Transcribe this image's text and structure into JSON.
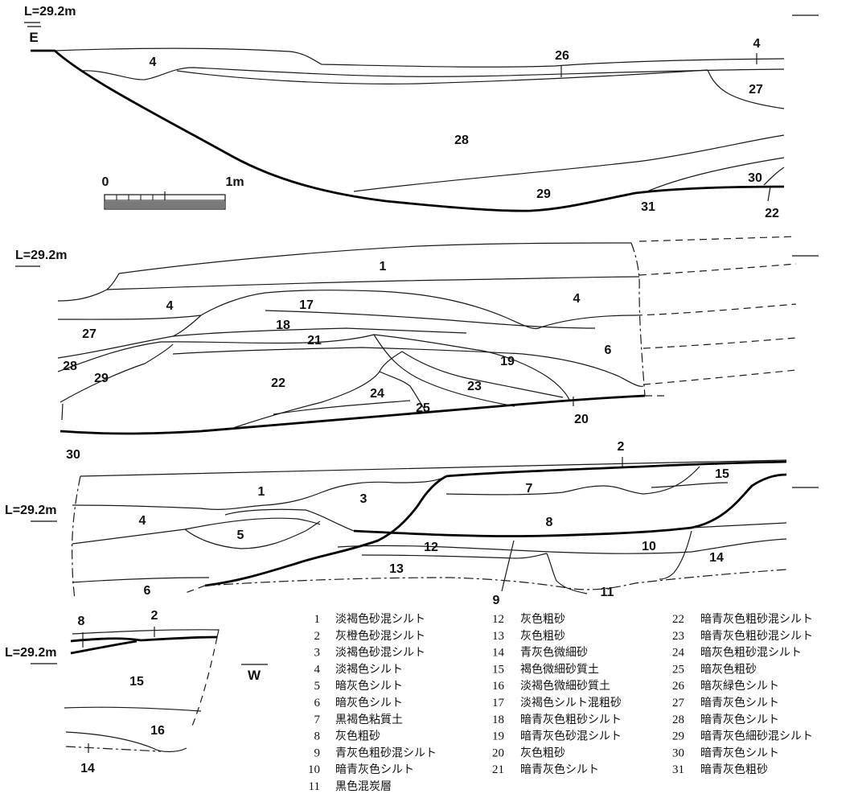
{
  "level_label": "L=29.2m",
  "directions": {
    "east": "E",
    "west": "W"
  },
  "scale": {
    "start": "0",
    "end": "1m"
  },
  "sections": {
    "p1": [
      "4",
      "26",
      "4",
      "27",
      "28",
      "29",
      "31",
      "30",
      "22"
    ],
    "p2": [
      "1",
      "4",
      "17",
      "4",
      "27",
      "18",
      "21",
      "28",
      "29",
      "6",
      "19",
      "22",
      "24",
      "23",
      "25",
      "20",
      "30"
    ],
    "p3": [
      "2",
      "15",
      "1",
      "3",
      "7",
      "4",
      "5",
      "8",
      "12",
      "10",
      "14",
      "6",
      "13",
      "11",
      "9"
    ],
    "p4": [
      "8",
      "2",
      "15",
      "16",
      "14"
    ]
  },
  "legend": [
    {
      "num": "1",
      "text": "淡褐色砂混シルト"
    },
    {
      "num": "2",
      "text": "灰橙色砂混シルト"
    },
    {
      "num": "3",
      "text": "淡褐色砂混シルト"
    },
    {
      "num": "4",
      "text": "淡褐色シルト"
    },
    {
      "num": "5",
      "text": "暗灰色シルト"
    },
    {
      "num": "6",
      "text": "暗灰色シルト"
    },
    {
      "num": "7",
      "text": "黒褐色粘質土"
    },
    {
      "num": "8",
      "text": "灰色粗砂"
    },
    {
      "num": "9",
      "text": "青灰色粗砂混シルト"
    },
    {
      "num": "10",
      "text": "暗青灰色シルト"
    },
    {
      "num": "11",
      "text": "黒色混炭層"
    },
    {
      "num": "12",
      "text": "灰色粗砂"
    },
    {
      "num": "13",
      "text": "灰色粗砂"
    },
    {
      "num": "14",
      "text": "青灰色微細砂"
    },
    {
      "num": "15",
      "text": "褐色微細砂質土"
    },
    {
      "num": "16",
      "text": "淡褐色微細砂質土"
    },
    {
      "num": "17",
      "text": "淡褐色シルト混粗砂"
    },
    {
      "num": "18",
      "text": "暗青灰色粗砂シルト"
    },
    {
      "num": "19",
      "text": "暗青灰色砂混シルト"
    },
    {
      "num": "20",
      "text": "灰色粗砂"
    },
    {
      "num": "21",
      "text": "暗青灰色シルト"
    },
    {
      "num": "22",
      "text": "暗青灰色粗砂混シルト"
    },
    {
      "num": "23",
      "text": "暗青灰色粗砂混シルト"
    },
    {
      "num": "24",
      "text": "暗灰色粗砂混シルト"
    },
    {
      "num": "25",
      "text": "暗灰色粗砂"
    },
    {
      "num": "26",
      "text": "暗灰緑色シルト"
    },
    {
      "num": "27",
      "text": "暗青灰色シルト"
    },
    {
      "num": "28",
      "text": "暗青灰色シルト"
    },
    {
      "num": "29",
      "text": "暗青灰色細砂混シルト"
    },
    {
      "num": "30",
      "text": "暗青灰色シルト"
    },
    {
      "num": "31",
      "text": "暗青灰色粗砂"
    }
  ]
}
